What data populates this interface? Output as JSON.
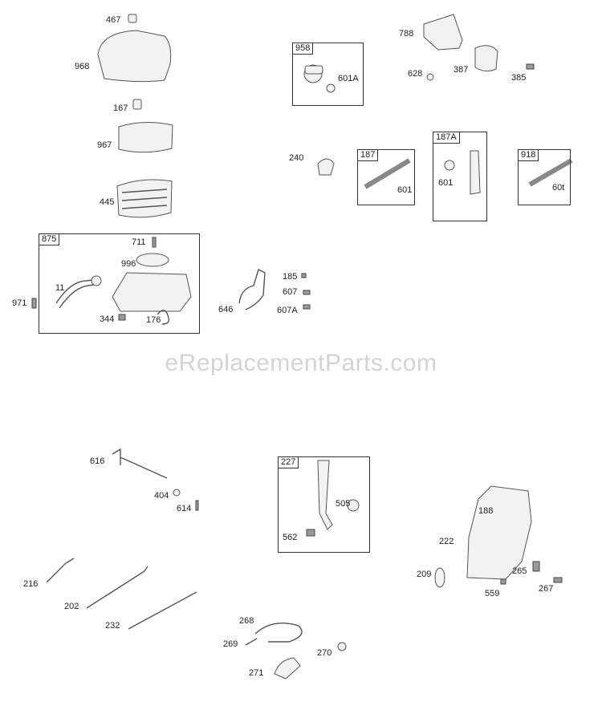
{
  "watermark": "eReplacementParts.com",
  "boxes": [
    {
      "id": "958",
      "label": "958"
    },
    {
      "id": "875",
      "label": "875"
    },
    {
      "id": "187",
      "label": "187"
    },
    {
      "id": "187A",
      "label": "187A"
    },
    {
      "id": "918",
      "label": "918"
    },
    {
      "id": "227",
      "label": "227"
    }
  ],
  "labels": [
    "467",
    "968",
    "167",
    "967",
    "445",
    "711",
    "996",
    "11",
    "971",
    "344",
    "176",
    "958_601A",
    "788",
    "628",
    "387",
    "385",
    "240",
    "187_601",
    "187A_601",
    "918_601",
    "646",
    "185",
    "607",
    "607A",
    "616",
    "404",
    "614",
    "216",
    "202",
    "232",
    "268",
    "269",
    "271",
    "270",
    "505",
    "562",
    "188",
    "222",
    "209",
    "265",
    "559",
    "267"
  ],
  "text": {
    "467": "467",
    "968": "968",
    "167": "167",
    "967": "967",
    "445": "445",
    "711": "711",
    "996": "996",
    "11": "11",
    "971": "971",
    "344": "344",
    "176": "176",
    "958_601A": "601A",
    "788": "788",
    "628": "628",
    "387": "387",
    "385": "385",
    "240": "240",
    "187_601": "601",
    "187A_601": "601",
    "918_601": "60t",
    "646": "646",
    "185": "185",
    "607": "607",
    "607A": "607A",
    "616": "616",
    "404": "404",
    "614": "614",
    "216": "216",
    "202": "202",
    "232": "232",
    "268": "268",
    "269": "269",
    "271": "271",
    "270": "270",
    "505": "505",
    "562": "562",
    "188": "188",
    "222": "222",
    "209": "209",
    "265": "265",
    "559": "559",
    "267": "267"
  }
}
